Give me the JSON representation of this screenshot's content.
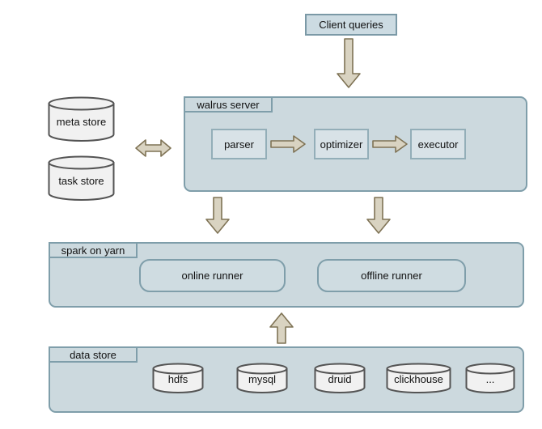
{
  "diagram": {
    "client_queries": {
      "label": "Client queries"
    },
    "walrus_server": {
      "label": "walrus server",
      "nodes": [
        {
          "label": "parser"
        },
        {
          "label": "optimizer"
        },
        {
          "label": "executor"
        }
      ]
    },
    "side_stores": [
      {
        "label": "meta store"
      },
      {
        "label": "task store"
      }
    ],
    "spark_on_yarn": {
      "label": "spark on yarn",
      "runners": [
        {
          "label": "online runner"
        },
        {
          "label": "offline runner"
        }
      ]
    },
    "data_store": {
      "label": "data store",
      "databases": [
        {
          "label": "hdfs"
        },
        {
          "label": "mysql"
        },
        {
          "label": "druid"
        },
        {
          "label": "clickhouse"
        },
        {
          "label": "..."
        }
      ]
    },
    "icons": {
      "down_arrow": "down-block-arrow",
      "up_arrow": "up-block-arrow",
      "right_arrow": "right-block-arrow",
      "left_right_arrow": "bidirectional-block-arrow",
      "cylinder": "database-cylinder"
    },
    "colors": {
      "background": "#ffffff",
      "container_fill": "#ccd9de",
      "container_border": "#7f9eaa",
      "node_fill": "#ccdbe2",
      "node_border": "#7b99a6",
      "process_fill": "#d8e2e7",
      "process_border": "#93aeb8",
      "cylinder_fill": "#f1f1f1",
      "cylinder_border": "#545454",
      "arrow_fill": "#d9d3c1",
      "arrow_border": "#7f7355",
      "text": "#111111"
    }
  }
}
